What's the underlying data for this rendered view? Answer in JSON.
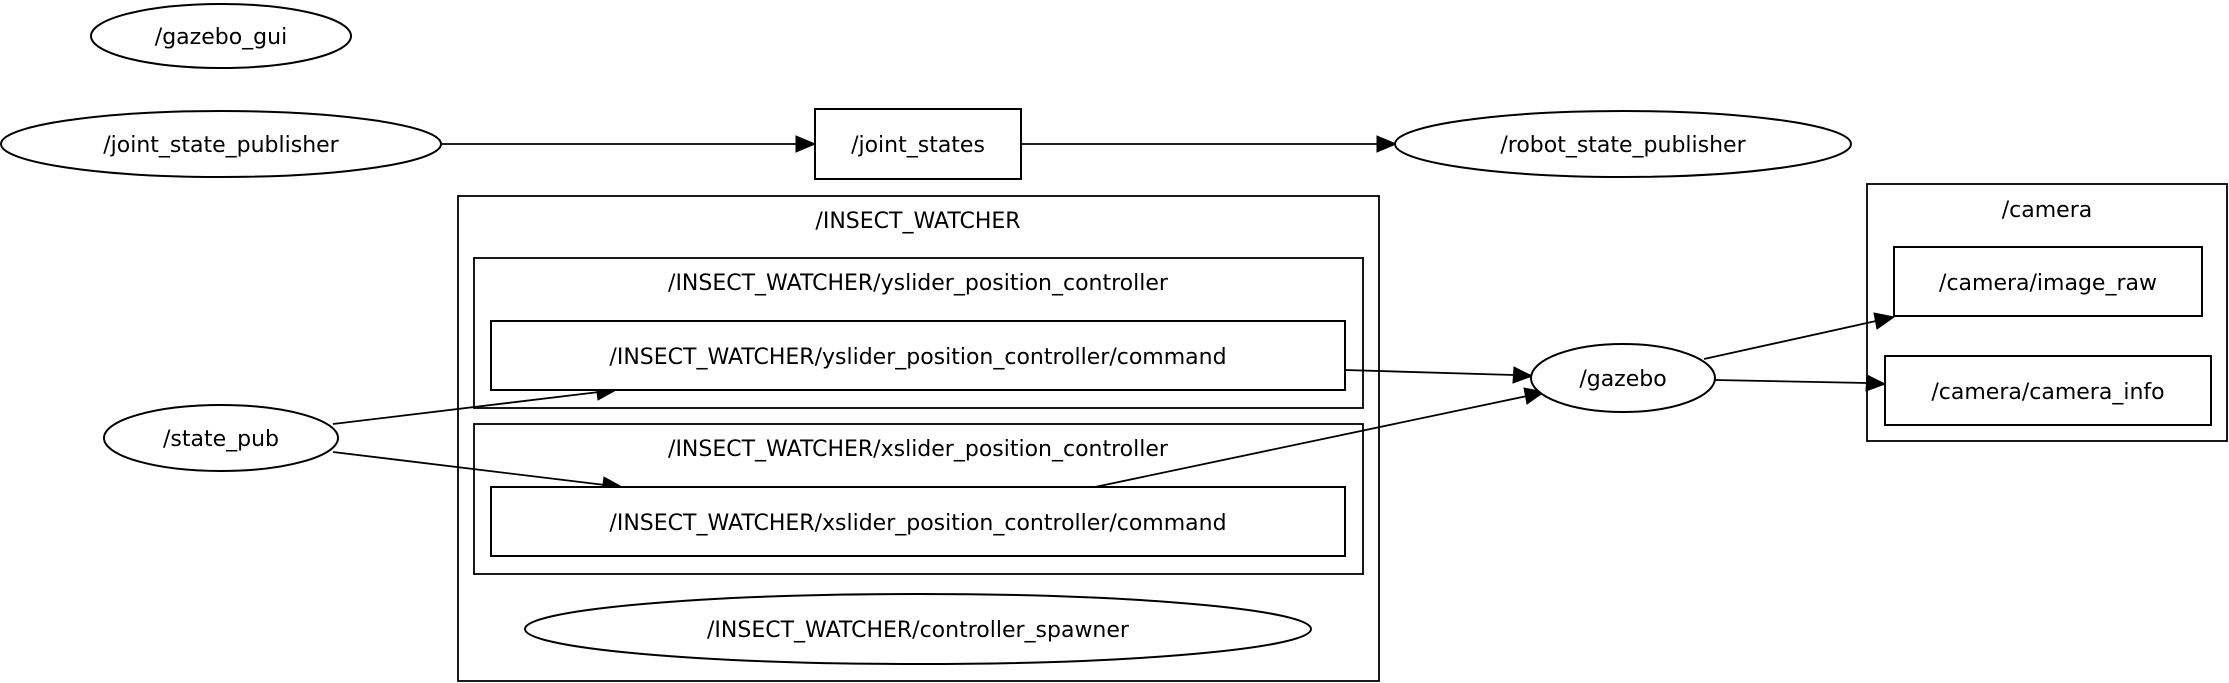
{
  "graph": {
    "clusters": {
      "insect_watcher": "/INSECT_WATCHER",
      "yslider_controller": "/INSECT_WATCHER/yslider_position_controller",
      "xslider_controller": "/INSECT_WATCHER/xslider_position_controller",
      "camera": "/camera"
    },
    "nodes": {
      "gazebo_gui": "/gazebo_gui",
      "joint_state_publisher": "/joint_state_publisher",
      "joint_states": "/joint_states",
      "robot_state_publisher": "/robot_state_publisher",
      "state_pub": "/state_pub",
      "yslider_command": "/INSECT_WATCHER/yslider_position_controller/command",
      "xslider_command": "/INSECT_WATCHER/xslider_position_controller/command",
      "controller_spawner": "/INSECT_WATCHER/controller_spawner",
      "gazebo": "/gazebo",
      "camera_image_raw": "/camera/image_raw",
      "camera_info": "/camera/camera_info"
    },
    "edges": [
      {
        "from": "joint_state_publisher",
        "to": "joint_states"
      },
      {
        "from": "joint_states",
        "to": "robot_state_publisher"
      },
      {
        "from": "state_pub",
        "to": "yslider_command"
      },
      {
        "from": "state_pub",
        "to": "xslider_command"
      },
      {
        "from": "yslider_command",
        "to": "gazebo"
      },
      {
        "from": "xslider_command",
        "to": "gazebo"
      },
      {
        "from": "gazebo",
        "to": "camera_image_raw"
      },
      {
        "from": "gazebo",
        "to": "camera_info"
      }
    ]
  }
}
